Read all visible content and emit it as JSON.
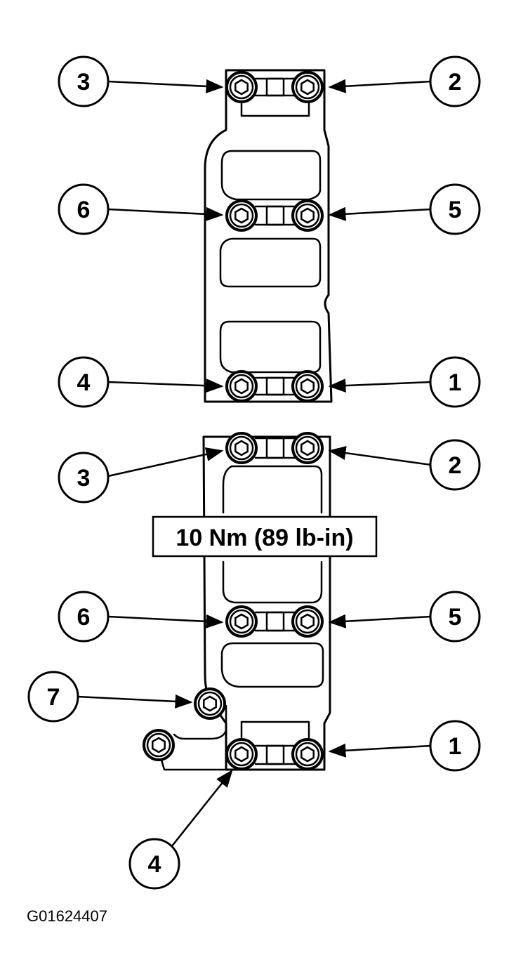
{
  "torque_spec": "10 Nm (89 lb-in)",
  "figure_id": "G01624407",
  "upper_callouts": [
    "3",
    "2",
    "6",
    "5",
    "4",
    "1"
  ],
  "lower_callouts": [
    "3",
    "2",
    "6",
    "5",
    "7",
    "1",
    "4"
  ]
}
